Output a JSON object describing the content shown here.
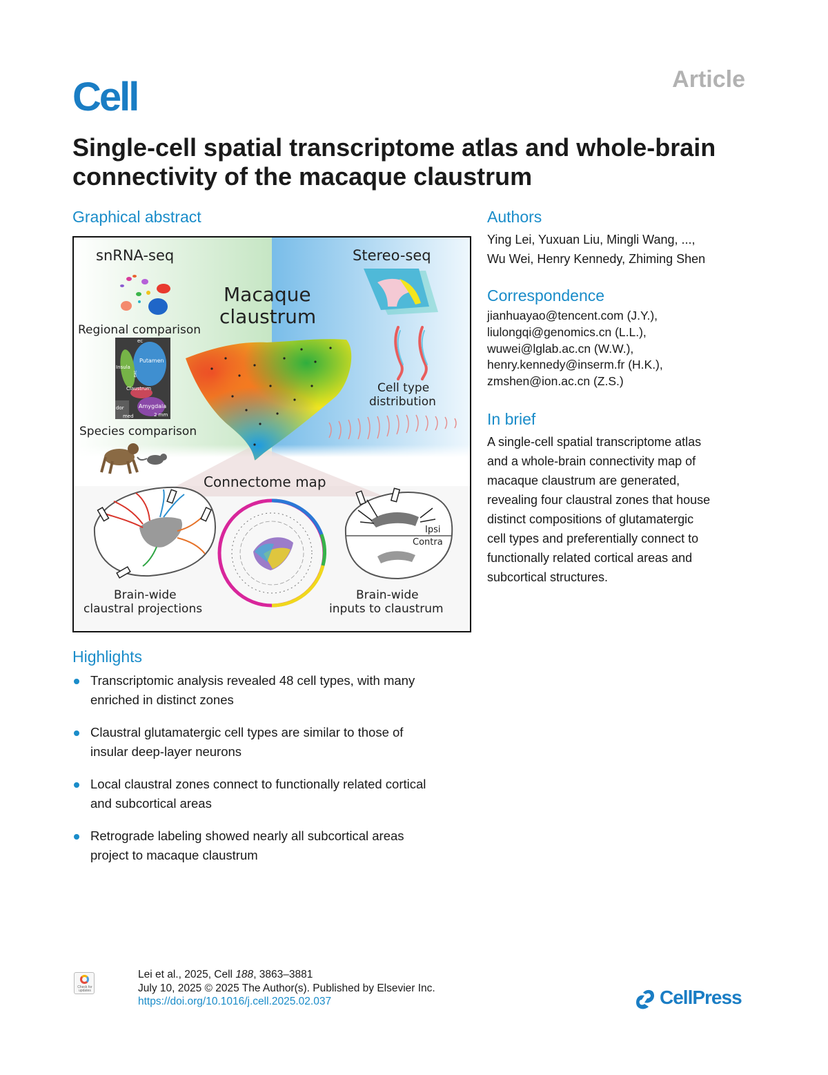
{
  "header": {
    "journal": "Cell",
    "article_type": "Article"
  },
  "title": "Single-cell spatial transcriptome atlas and whole-brain connectivity of the macaque claustrum",
  "graphical_abstract": {
    "heading": "Graphical abstract",
    "labels": {
      "snrna": "snRNA-seq",
      "stereo": "Stereo-seq",
      "macaque": "Macaque",
      "claustrum": "claustrum",
      "regional": "Regional comparison",
      "putamen": "Putamen",
      "ec": "ec",
      "insula": "Insula",
      "exc": "exc",
      "claustrum_small": "Claustrum",
      "amygdala": "Amygdala",
      "dor": "dor",
      "med": "med",
      "scale": "2 mm",
      "cell_type": "Cell type",
      "distribution": "distribution",
      "species": "Species comparison",
      "connectome": "Connectome map",
      "ipsi": "Ipsi",
      "contra": "Contra",
      "proj_1": "Brain-wide",
      "proj_2": "claustral projections",
      "inputs_1": "Brain-wide",
      "inputs_2": "inputs to claustrum"
    }
  },
  "authors": {
    "heading": "Authors",
    "line1": "Ying Lei, Yuxuan Liu, Mingli Wang, ...,",
    "line2": "Wu Wei, Henry Kennedy, Zhiming Shen"
  },
  "correspondence": {
    "heading": "Correspondence",
    "emails": [
      "jianhuayao@tencent.com (J.Y.),",
      "liulongqi@genomics.cn (L.L.),",
      "wuwei@lglab.ac.cn (W.W.),",
      "henry.kennedy@inserm.fr (H.K.),",
      "zmshen@ion.ac.cn (Z.S.)"
    ]
  },
  "in_brief": {
    "heading": "In brief",
    "lines": [
      "A single-cell spatial transcriptome atlas",
      "and a whole-brain connectivity map of",
      "macaque claustrum are generated,",
      "revealing four claustral zones that house",
      "distinct compositions of glutamatergic",
      "cell types and preferentially connect to",
      "functionally related cortical areas and",
      "subcortical structures."
    ]
  },
  "highlights": {
    "heading": "Highlights",
    "items": [
      {
        "l1": "Transcriptomic analysis revealed 48 cell types, with many",
        "l2": "enriched in distinct zones"
      },
      {
        "l1": "Claustral glutamatergic cell types are similar to those of",
        "l2": "insular deep-layer neurons"
      },
      {
        "l1": "Local claustral zones connect to functionally related cortical",
        "l2": "and subcortical areas"
      },
      {
        "l1": "Retrograde labeling showed nearly all subcortical areas",
        "l2": "project to macaque claustrum"
      }
    ]
  },
  "citation": {
    "line1_a": "Lei et al., 2025, Cell ",
    "volume": "188",
    "line1_b": ", 3863–3881",
    "line2": "July 10, 2025 © 2025 The Author(s). Published by Elsevier Inc.",
    "doi": "https://doi.org/10.1016/j.cell.2025.02.037"
  },
  "badge": {
    "text": "Check for updates"
  },
  "publisher": "CellPress",
  "colors": {
    "accent": "#1a8cc9",
    "logo": "#1a7dc4",
    "article_gray": "#b2b2b2"
  }
}
